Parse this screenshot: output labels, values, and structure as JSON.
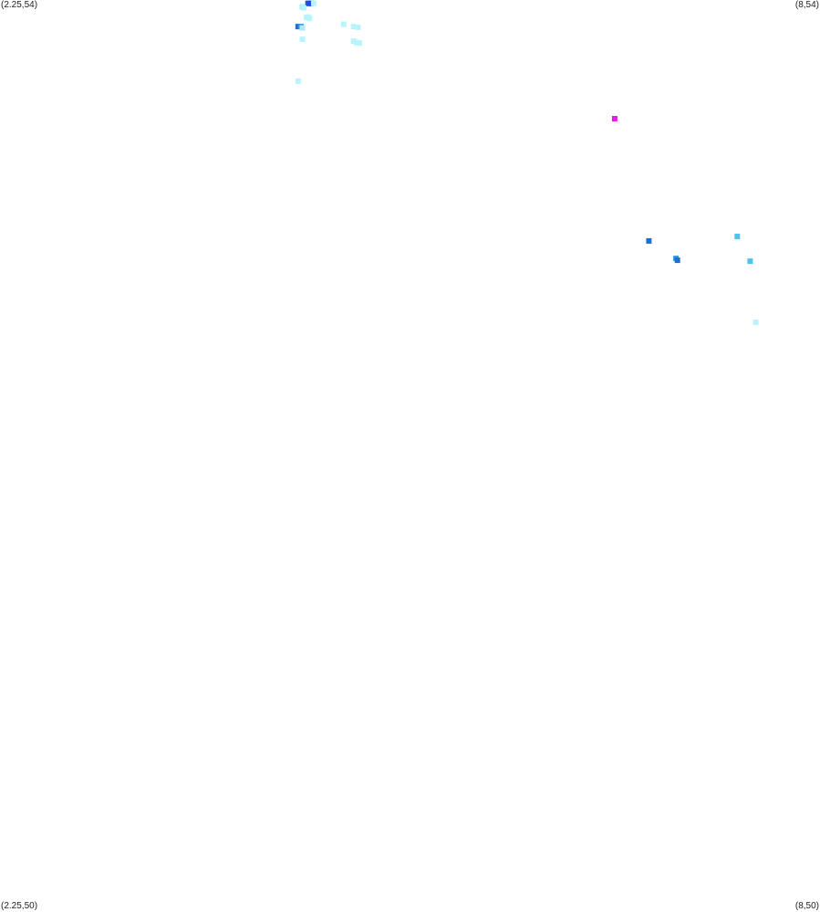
{
  "chart_data": {
    "type": "heatmap",
    "corner_labels": {
      "top_left": "(2.25,54)",
      "top_right": "(8,54)",
      "bottom_left": "(2.25,50)",
      "bottom_right": "(8,50)"
    },
    "xlim": [
      2.25,
      8
    ],
    "ylim": [
      50,
      54
    ],
    "grid": false,
    "legend": "none",
    "colors": {
      "pale_cyan": "#b8f4fb",
      "light_cyan": "#ade8f4",
      "sky": "#4fc3f0",
      "azure": "#2a9ae6",
      "blue": "#1e6fd0",
      "royal": "#1f4fe0",
      "magenta": "#e020e0"
    },
    "cells": [
      {
        "x": 4.37,
        "y": 53.97,
        "color": "light_cyan"
      },
      {
        "x": 4.41,
        "y": 53.985,
        "color": "royal"
      },
      {
        "x": 4.42,
        "y": 53.985,
        "color": "royal"
      },
      {
        "x": 4.43,
        "y": 53.985,
        "color": "royal"
      },
      {
        "x": 4.45,
        "y": 53.985,
        "color": "pale_cyan"
      },
      {
        "x": 4.38,
        "y": 53.965,
        "color": "pale_cyan"
      },
      {
        "x": 4.4,
        "y": 53.923,
        "color": "pale_cyan"
      },
      {
        "x": 4.42,
        "y": 53.919,
        "color": "pale_cyan"
      },
      {
        "x": 4.41,
        "y": 53.925,
        "color": "pale_cyan"
      },
      {
        "x": 4.34,
        "y": 53.883,
        "color": "blue"
      },
      {
        "x": 4.36,
        "y": 53.883,
        "color": "azure"
      },
      {
        "x": 4.37,
        "y": 53.877,
        "color": "light_cyan"
      },
      {
        "x": 4.66,
        "y": 53.893,
        "color": "pale_cyan"
      },
      {
        "x": 4.73,
        "y": 53.883,
        "color": "pale_cyan"
      },
      {
        "x": 4.76,
        "y": 53.88,
        "color": "pale_cyan"
      },
      {
        "x": 4.37,
        "y": 53.827,
        "color": "pale_cyan"
      },
      {
        "x": 4.73,
        "y": 53.819,
        "color": "pale_cyan"
      },
      {
        "x": 4.75,
        "y": 53.813,
        "color": "pale_cyan"
      },
      {
        "x": 4.77,
        "y": 53.811,
        "color": "pale_cyan"
      },
      {
        "x": 4.34,
        "y": 53.643,
        "color": "pale_cyan"
      },
      {
        "x": 6.56,
        "y": 53.478,
        "color": "magenta"
      },
      {
        "x": 7.42,
        "y": 52.96,
        "color": "sky"
      },
      {
        "x": 6.8,
        "y": 52.94,
        "color": "blue"
      },
      {
        "x": 6.99,
        "y": 52.863,
        "color": "azure"
      },
      {
        "x": 7.0,
        "y": 52.855,
        "color": "blue"
      },
      {
        "x": 7.51,
        "y": 52.851,
        "color": "sky"
      },
      {
        "x": 7.55,
        "y": 52.582,
        "color": "pale_cyan"
      }
    ]
  }
}
